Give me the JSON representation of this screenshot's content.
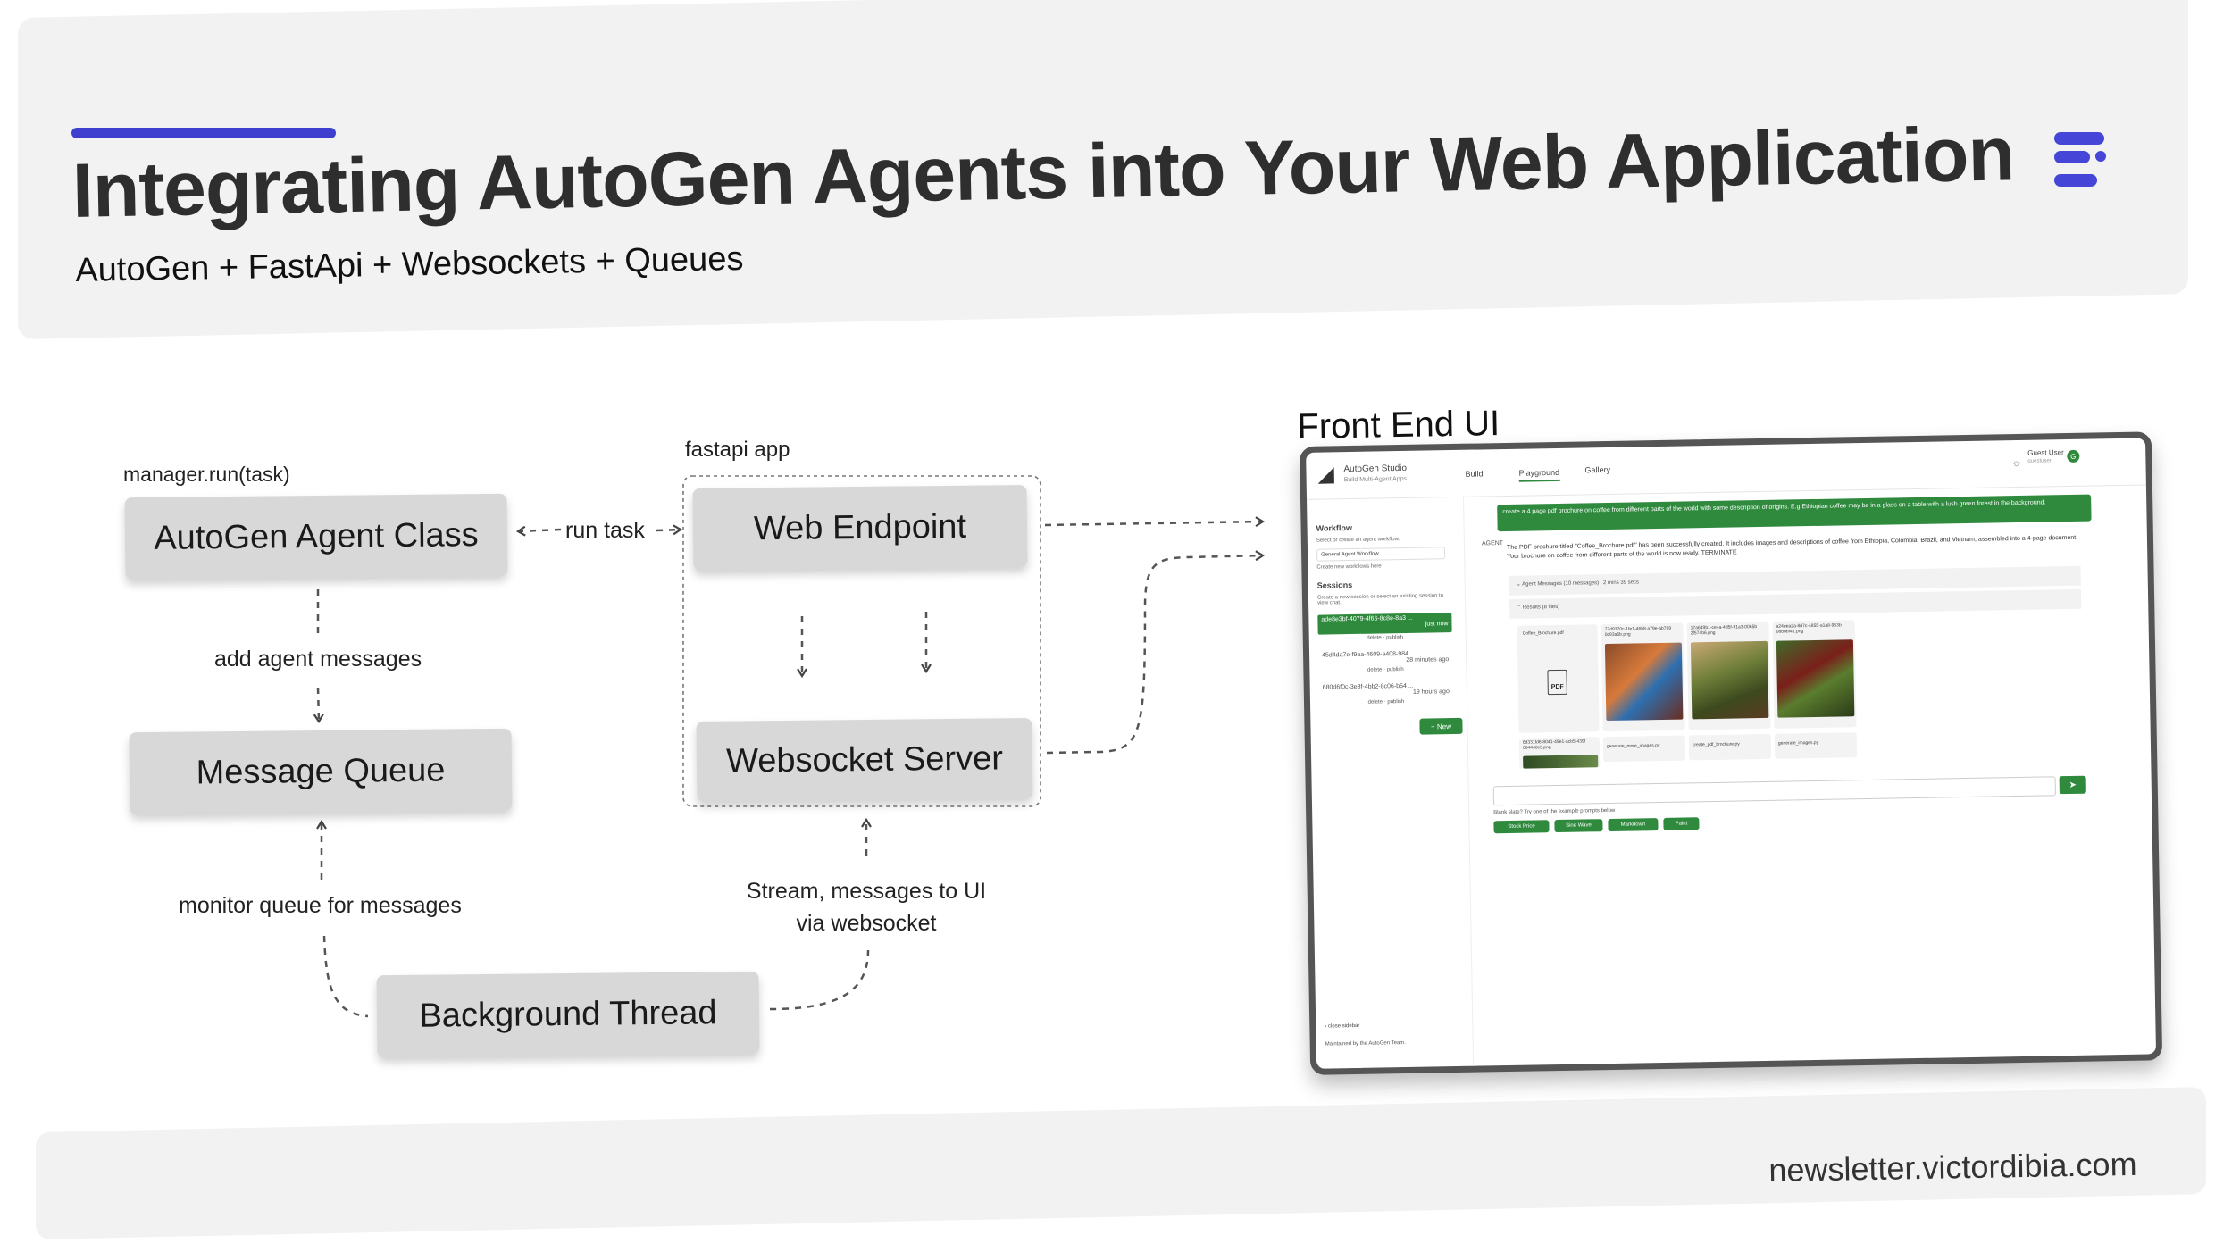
{
  "header": {
    "title": "Integrating AutoGen Agents into Your Web Application",
    "subtitle": "AutoGen + FastApi + Websockets + Queues"
  },
  "diagram": {
    "labels": {
      "manager_run": "manager.run(task)",
      "run_task": "run task",
      "fastapi_app": "fastapi app",
      "add_agent_messages": "add agent messages",
      "monitor_queue": "monitor queue for messages",
      "stream_line1": "Stream, messages to UI",
      "stream_line2": "via websocket"
    },
    "nodes": {
      "agent_class": "AutoGen Agent Class",
      "web_endpoint": "Web Endpoint",
      "message_queue": "Message Queue",
      "websocket_server": "Websocket Server",
      "background_thread": "Background Thread"
    }
  },
  "frontend": {
    "title": "Front End UI",
    "app": {
      "name": "AutoGen Studio",
      "tagline": "Build Multi-Agent Apps",
      "tabs": [
        "Build",
        "Playground",
        "Gallery"
      ],
      "user_name": "Guest User",
      "user_id": "guestuser",
      "avatar_letter": "G",
      "workflow_heading": "Workflow",
      "workflow_hint": "Select or create an agent workflow.",
      "workflow_selected": "General Agent Workflow",
      "workflow_create": "Create new workflows here",
      "sessions_heading": "Sessions",
      "sessions_hint": "Create a new session or select an existing session to view chat.",
      "sessions": [
        {
          "id": "ade8e3bf-4079-4f66-8c8e-8a3 ...",
          "time": "just now"
        },
        {
          "id": "45d4da7e-f9aa-4609-a408-984 ...",
          "time": "28 minutes ago"
        },
        {
          "id": "680d6f0c-3e8f-4bb2-8c06-b54 ...",
          "time": "19 hours ago"
        }
      ],
      "session_actions": [
        "delete",
        "publish"
      ],
      "new_button": "+ New",
      "close_sidebar": "close sidebar",
      "maintained": "Maintained by the AutoGen Team.",
      "user_prompt": "create a 4 page pdf brochure on coffee from different parts of the world with some description of origins. E.g Ethiopian coffee may be in a glass on a table with a lush green forest in the background.",
      "agent_label": "AGENT",
      "agent_reply": "The PDF brochure titled \"Coffee_Brochure.pdf\" has been successfully created. It includes images and descriptions of coffee from Ethiopia, Colombia, Brazil, and Vietnam, assembled into a 4-page document. Your brochure on coffee from different parts of the world is now ready. TERMINATE",
      "agent_messages": "Agent Messages (10 messages) | 2 mins 39 secs",
      "results": "Results (8 files)",
      "files": [
        "Coffee_Brochure.pdf",
        "77d9370c-1fe1-4658-a79e-ab789 0c93a6b.png",
        "17a649b1-ce4a-4d5f-91a3-0065b 2f574b6.png",
        "a24eea2a-8d7c-4855-a1a8-953b 08b0bf41.png",
        "6d331fd6-8041-49e1-acb5-439f 064440c5.png",
        "generate_more_images.py",
        "create_pdf_brochure.py",
        "generate_images.py"
      ],
      "pdf_icon_text": "PDF",
      "blank_slate": "Blank slate? Try one of the example prompts below",
      "example_prompts": [
        "Stock Price",
        "Sine Wave",
        "Markdown",
        "Paint"
      ],
      "send_icon": "send-icon"
    },
    "colors": {
      "green": "#2f8a3e",
      "accent": "#3f3fcf"
    }
  },
  "footer": {
    "url": "newsletter.victordibia.com"
  }
}
